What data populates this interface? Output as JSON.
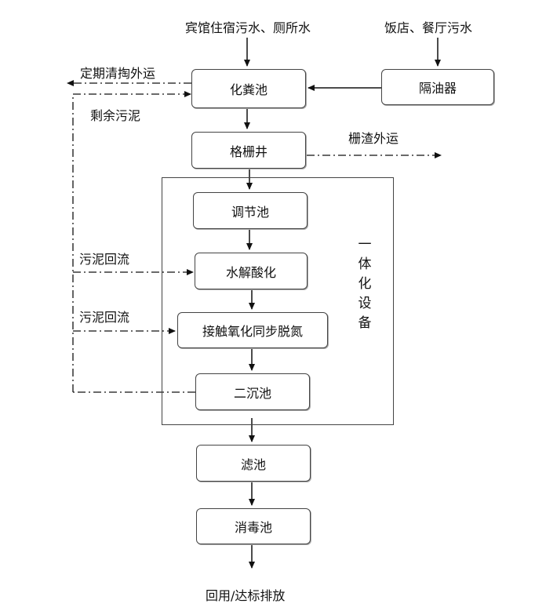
{
  "inputs": {
    "hotel": "宾馆住宿污水、厕所水",
    "restaurant": "饭店、餐厅污水"
  },
  "boxes": {
    "septic": "化粪池",
    "oil_sep": "隔油器",
    "grille": "格栅井",
    "regulating": "调节池",
    "hydrolysis": "水解酸化",
    "contact": "接触氧化同步脱氮",
    "secondary": "二沉池",
    "filter": "滤池",
    "disinfect": "消毒池"
  },
  "labels": {
    "periodic": "定期清掏外运",
    "excess_sludge": "剩余污泥",
    "screenings": "栅渣外运",
    "return1": "污泥回流",
    "return2": "污泥回流",
    "output": "回用/达标排放"
  },
  "integrated": [
    "一",
    "体",
    "化",
    "设",
    "备"
  ]
}
